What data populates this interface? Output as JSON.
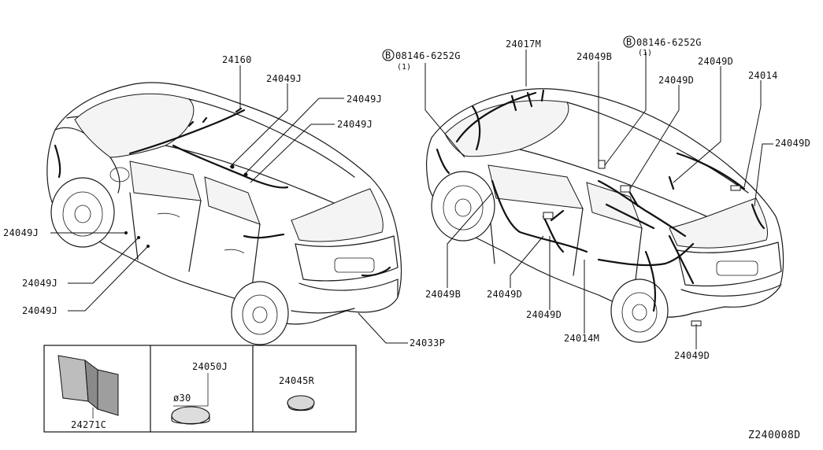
{
  "labels": {
    "l24160": "24160",
    "l24049J_top": "24049J",
    "l24049J_r1": "24049J",
    "l24049J_r2": "24049J",
    "l24049J_left": "24049J",
    "l24049J_low1": "24049J",
    "l24049J_low2": "24049J",
    "l24033P": "24033P",
    "l24017M": "24017M",
    "bolt1_code": "08146-6252G",
    "bolt1_qty": "(1)",
    "bolt2_code": "08146-6252G",
    "bolt2_qty": "(1)",
    "l24049B_top": "24049B",
    "l24049D_top": "24049D",
    "l24049D_mid": "24049D",
    "l24014": "24014",
    "l24049D_right": "24049D",
    "l24049B_low": "24049B",
    "l24049D_low1": "24049D",
    "l24049D_low2": "24049D",
    "l24014M": "24014M",
    "l24049D_bottom": "24049D"
  },
  "bolt_marker": "B",
  "inset_parts": {
    "tape": "24271C",
    "grommet": "24050J",
    "grommet_dim": "ø30",
    "plug": "24045R"
  },
  "figure_code": "Z240008D"
}
